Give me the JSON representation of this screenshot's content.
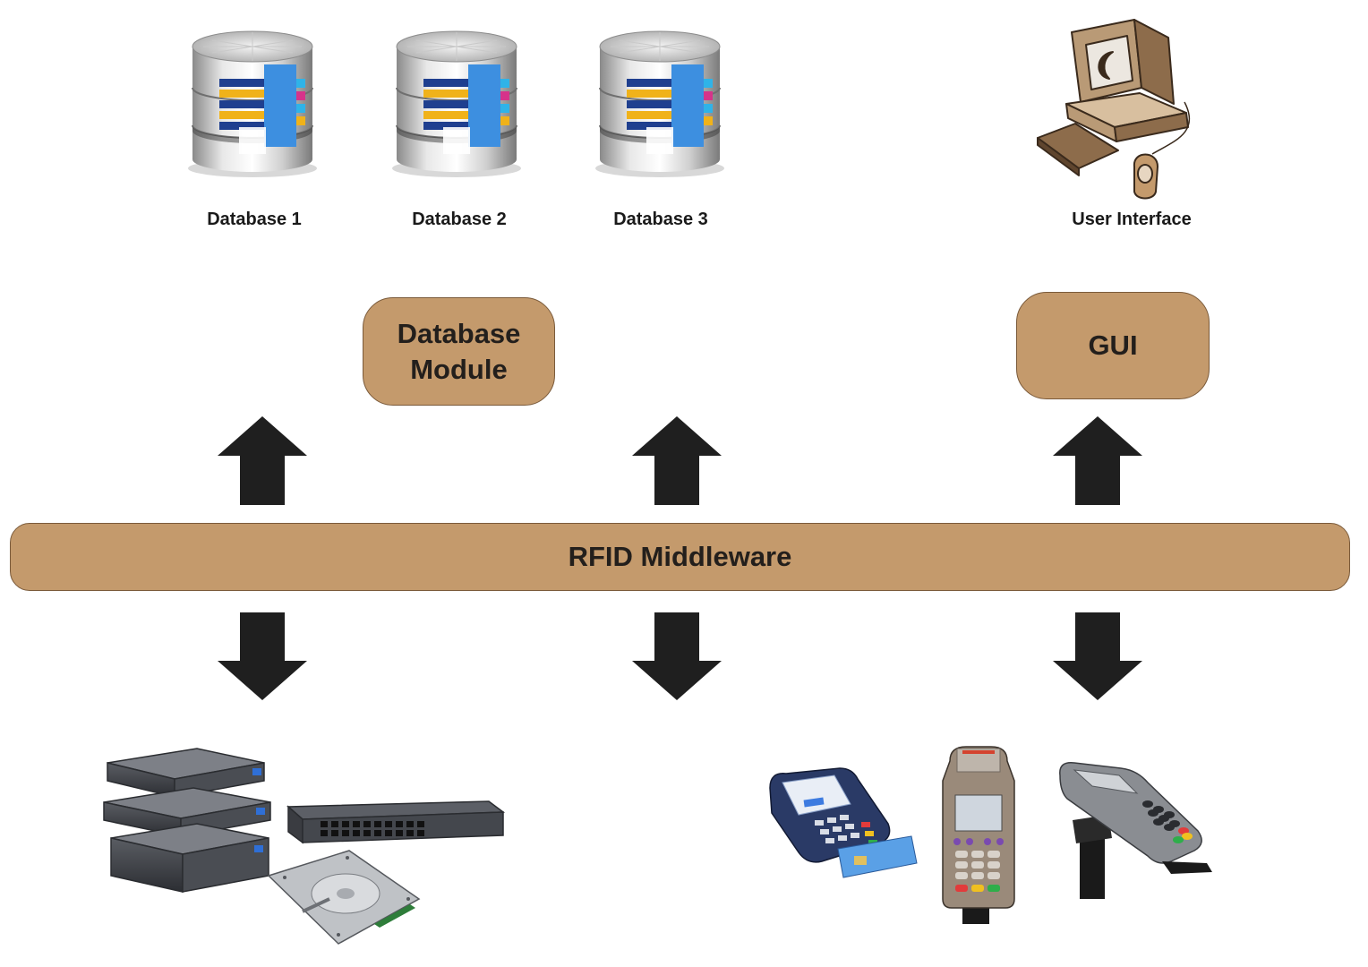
{
  "databases": [
    {
      "label": "Database 1",
      "icon": "database-icon"
    },
    {
      "label": "Database 2",
      "icon": "database-icon"
    },
    {
      "label": "Database 3",
      "icon": "database-icon"
    }
  ],
  "user_interface": {
    "label": "User Interface",
    "icon": "desktop-computer-icon"
  },
  "modules": {
    "database_module": {
      "line1": "Database",
      "line2": "Module"
    },
    "gui": {
      "label": "GUI"
    }
  },
  "middleware": {
    "label": "RFID Middleware"
  },
  "hardware_left": [
    "server-stack-icon",
    "network-switch-icon",
    "hard-drive-icon"
  ],
  "hardware_right": [
    "card-terminal-icon",
    "handheld-payment-terminal-icon",
    "pinpad-on-stand-icon"
  ],
  "colors": {
    "box_fill": "#c49a6c",
    "box_border": "#7a5a3a",
    "arrow": "#1f1f1f",
    "text": "#231f1c"
  }
}
